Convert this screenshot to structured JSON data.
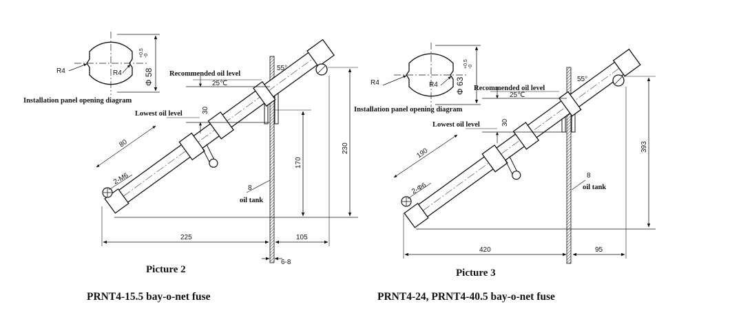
{
  "diagrams": [
    {
      "dims": {
        "r_left": "R4",
        "r_right": "R4",
        "diameter": "Φ 58",
        "tol_upper": "+0.5",
        "tol_lower": "-0",
        "angle": "55°",
        "temp": "25℃",
        "level_gap": "30",
        "oblique": "80",
        "bolt": "2-M6",
        "tank_no": "8",
        "h_lowest": "170",
        "h_total": "230",
        "base_width": "225",
        "overhang": "105",
        "wall": "6-8"
      },
      "labels": {
        "panel": "Installation panel opening diagram",
        "recommended": "Recommended oil level",
        "lowest": "Lowest oil level",
        "tank": "oil tank"
      },
      "picture": "Picture 2",
      "caption": "PRNT4-15.5 bay-o-net fuse"
    },
    {
      "dims": {
        "r_left": "R4",
        "r_right": "R4",
        "diameter": "Φ 63",
        "tol_upper": "+0.5",
        "tol_lower": "-0",
        "angle": "55°",
        "temp": "25℃",
        "level_gap": "30",
        "oblique": "190",
        "bolt": "2-Φ6",
        "tank_no": "8",
        "h_total": "393",
        "base_width": "420",
        "overhang": "95"
      },
      "labels": {
        "panel": "Installation panel opening diagram",
        "recommended": "Recommended oil level",
        "lowest": "Lowest oil level",
        "tank": "oil tank"
      },
      "picture": "Picture 3",
      "caption": "PRNT4-24, PRNT4-40.5 bay-o-net fuse"
    }
  ]
}
